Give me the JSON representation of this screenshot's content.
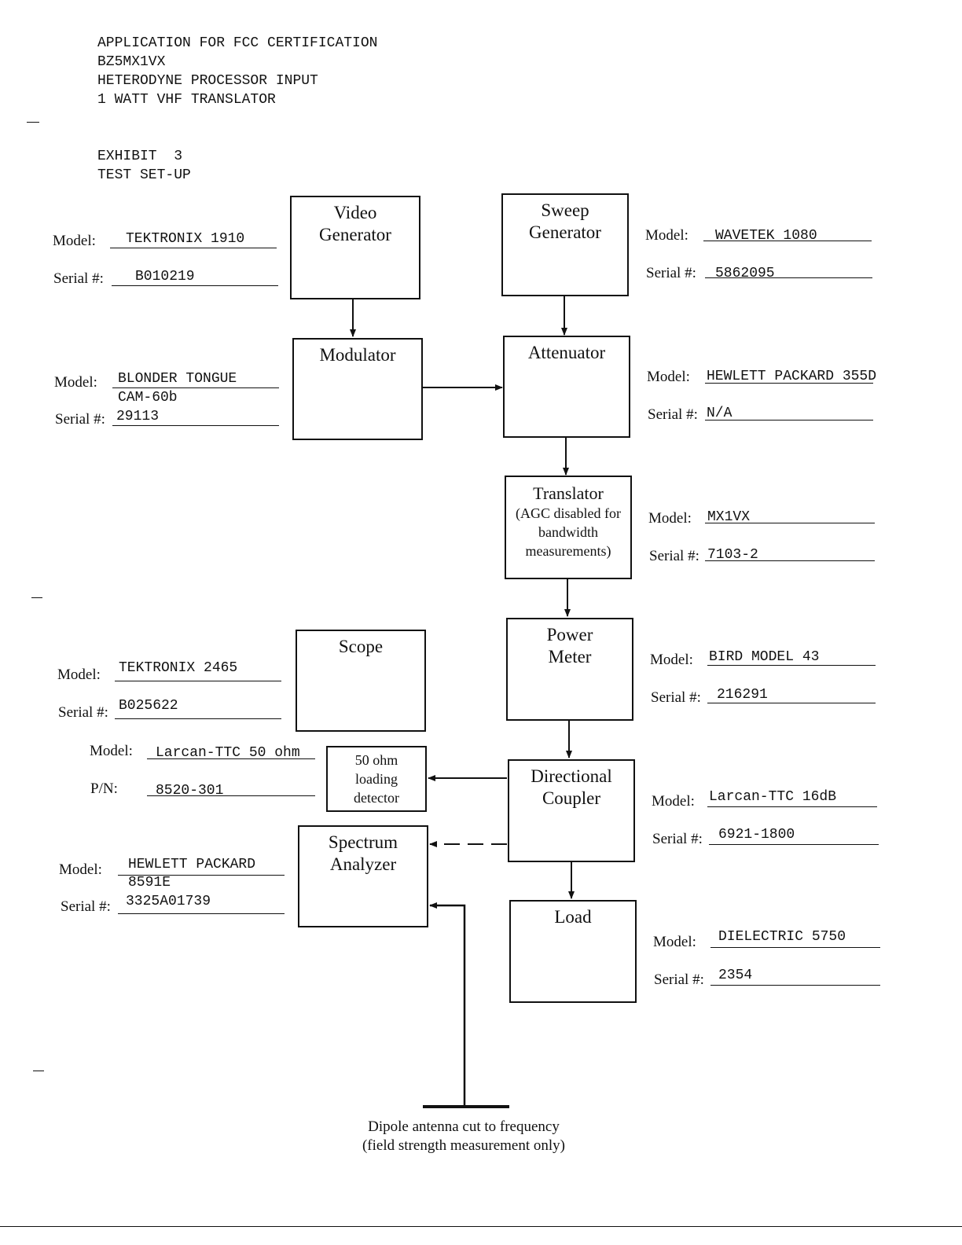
{
  "header": {
    "line1": "APPLICATION FOR FCC CERTIFICATION",
    "line2": "BZ5MX1VX",
    "line3": "HETERODYNE PROCESSOR INPUT",
    "line4": "1 WATT VHF TRANSLATOR",
    "exhibit": "EXHIBIT  3",
    "subtitle": "TEST SET-UP"
  },
  "labels": {
    "model": "Model:",
    "serial": "Serial #:",
    "pn": "P/N:"
  },
  "blocks": {
    "video_generator": {
      "line1": "Video",
      "line2": "Generator",
      "model": "TEKTRONIX 1910",
      "serial": "B010219"
    },
    "sweep_generator": {
      "line1": "Sweep",
      "line2": "Generator",
      "model": "WAVETEK 1080",
      "serial": "5862095"
    },
    "modulator": {
      "line1": "Modulator",
      "model_line1": "BLONDER TONGUE",
      "model_line2": "CAM-60b",
      "serial": "29113"
    },
    "attenuator": {
      "line1": "Attenuator",
      "model": "HEWLETT PACKARD 355D",
      "serial": "N/A"
    },
    "translator": {
      "line1": "Translator",
      "line2": "(AGC disabled for",
      "line3": "bandwidth",
      "line4": "measurements)",
      "model": "MX1VX",
      "serial": "7103-2"
    },
    "scope": {
      "line1": "Scope",
      "model": "TEKTRONIX 2465",
      "serial": "B025622"
    },
    "power_meter": {
      "line1": "Power",
      "line2": "Meter",
      "model": "BIRD MODEL 43",
      "serial": "216291"
    },
    "loading_detector": {
      "line1": "50 ohm",
      "line2": "loading",
      "line3": "detector",
      "model": "Larcan-TTC 50 ohm",
      "pn": "8520-301"
    },
    "directional_coupler": {
      "line1": "Directional",
      "line2": "Coupler",
      "model": "Larcan-TTC 16dB",
      "serial": "6921-1800"
    },
    "spectrum_analyzer": {
      "line1": "Spectrum",
      "line2": "Analyzer",
      "model_line1": "HEWLETT PACKARD",
      "model_line2": "8591E",
      "serial": "3325A01739"
    },
    "load": {
      "line1": "Load",
      "model": "DIELECTRIC 5750",
      "serial": "2354"
    }
  },
  "antenna": {
    "line1": "Dipole antenna cut to frequency",
    "line2": "(field strength measurement only)"
  }
}
